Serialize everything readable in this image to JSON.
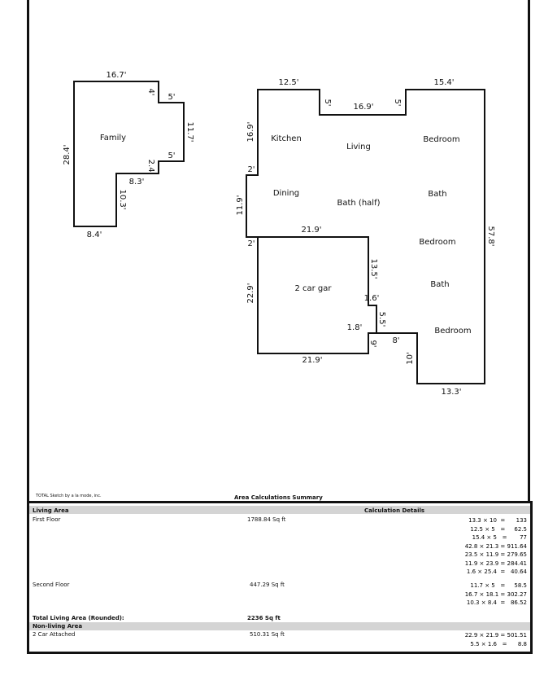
{
  "sketch": {
    "second_floor": {
      "room": "Family",
      "dims": [
        "16.7'",
        "28.4'",
        "11.7'",
        "4'",
        "5'",
        "2.4'",
        "5'",
        "8.3'",
        "10.3'",
        "8.4'"
      ]
    },
    "first_floor": {
      "rooms": [
        "Kitchen",
        "Living",
        "Bedroom",
        "Dining",
        "Bath (half)",
        "Bath",
        "Bedroom",
        "Bath",
        "Bedroom",
        "2 car gar"
      ],
      "dims": [
        "12.5'",
        "5'",
        "16.9'",
        "5'",
        "15.4'",
        "16.9'",
        "2'",
        "11.9'",
        "21.9'",
        "2'",
        "22.9'",
        "13.5'",
        "1.6'",
        "5.5'",
        "1.8'",
        "9'",
        "8'",
        "10'",
        "57.8'",
        "13.3'",
        "21.9'"
      ]
    }
  },
  "footer": {
    "credit": "TOTAL Sketch by a la mode, inc.",
    "title": "Area Calculations Summary"
  },
  "table": {
    "living_header": "Living Area",
    "calc_header": "Calculation Details",
    "first_floor": {
      "label": "First Floor",
      "area": "1788.84 Sq ft",
      "calcs": [
        "13.3 × 10  =      133",
        "12.5 × 5   =     62.5",
        "15.4 × 5   =       77",
        "42.8 × 21.3 = 911.64",
        "23.5 × 11.9 = 279.65",
        "11.9 × 23.9 = 284.41",
        "1.6 × 25.4  =   40.64"
      ]
    },
    "second_floor": {
      "label": "Second Floor",
      "area": "447.29 Sq ft",
      "calcs": [
        "11.7 × 5   =     58.5",
        "16.7 × 18.1 = 302.27",
        "10.3 × 8.4  =   86.52"
      ]
    },
    "total_label": "Total Living Area (Rounded):",
    "total_value": "2236 Sq ft",
    "nonliving_header": "Non-living Area",
    "garage": {
      "label": "2 Car Attached",
      "area": "510.31 Sq ft",
      "calcs": [
        "22.9 × 21.9 = 501.51",
        "5.5 × 1.6   =      8.8"
      ]
    }
  }
}
